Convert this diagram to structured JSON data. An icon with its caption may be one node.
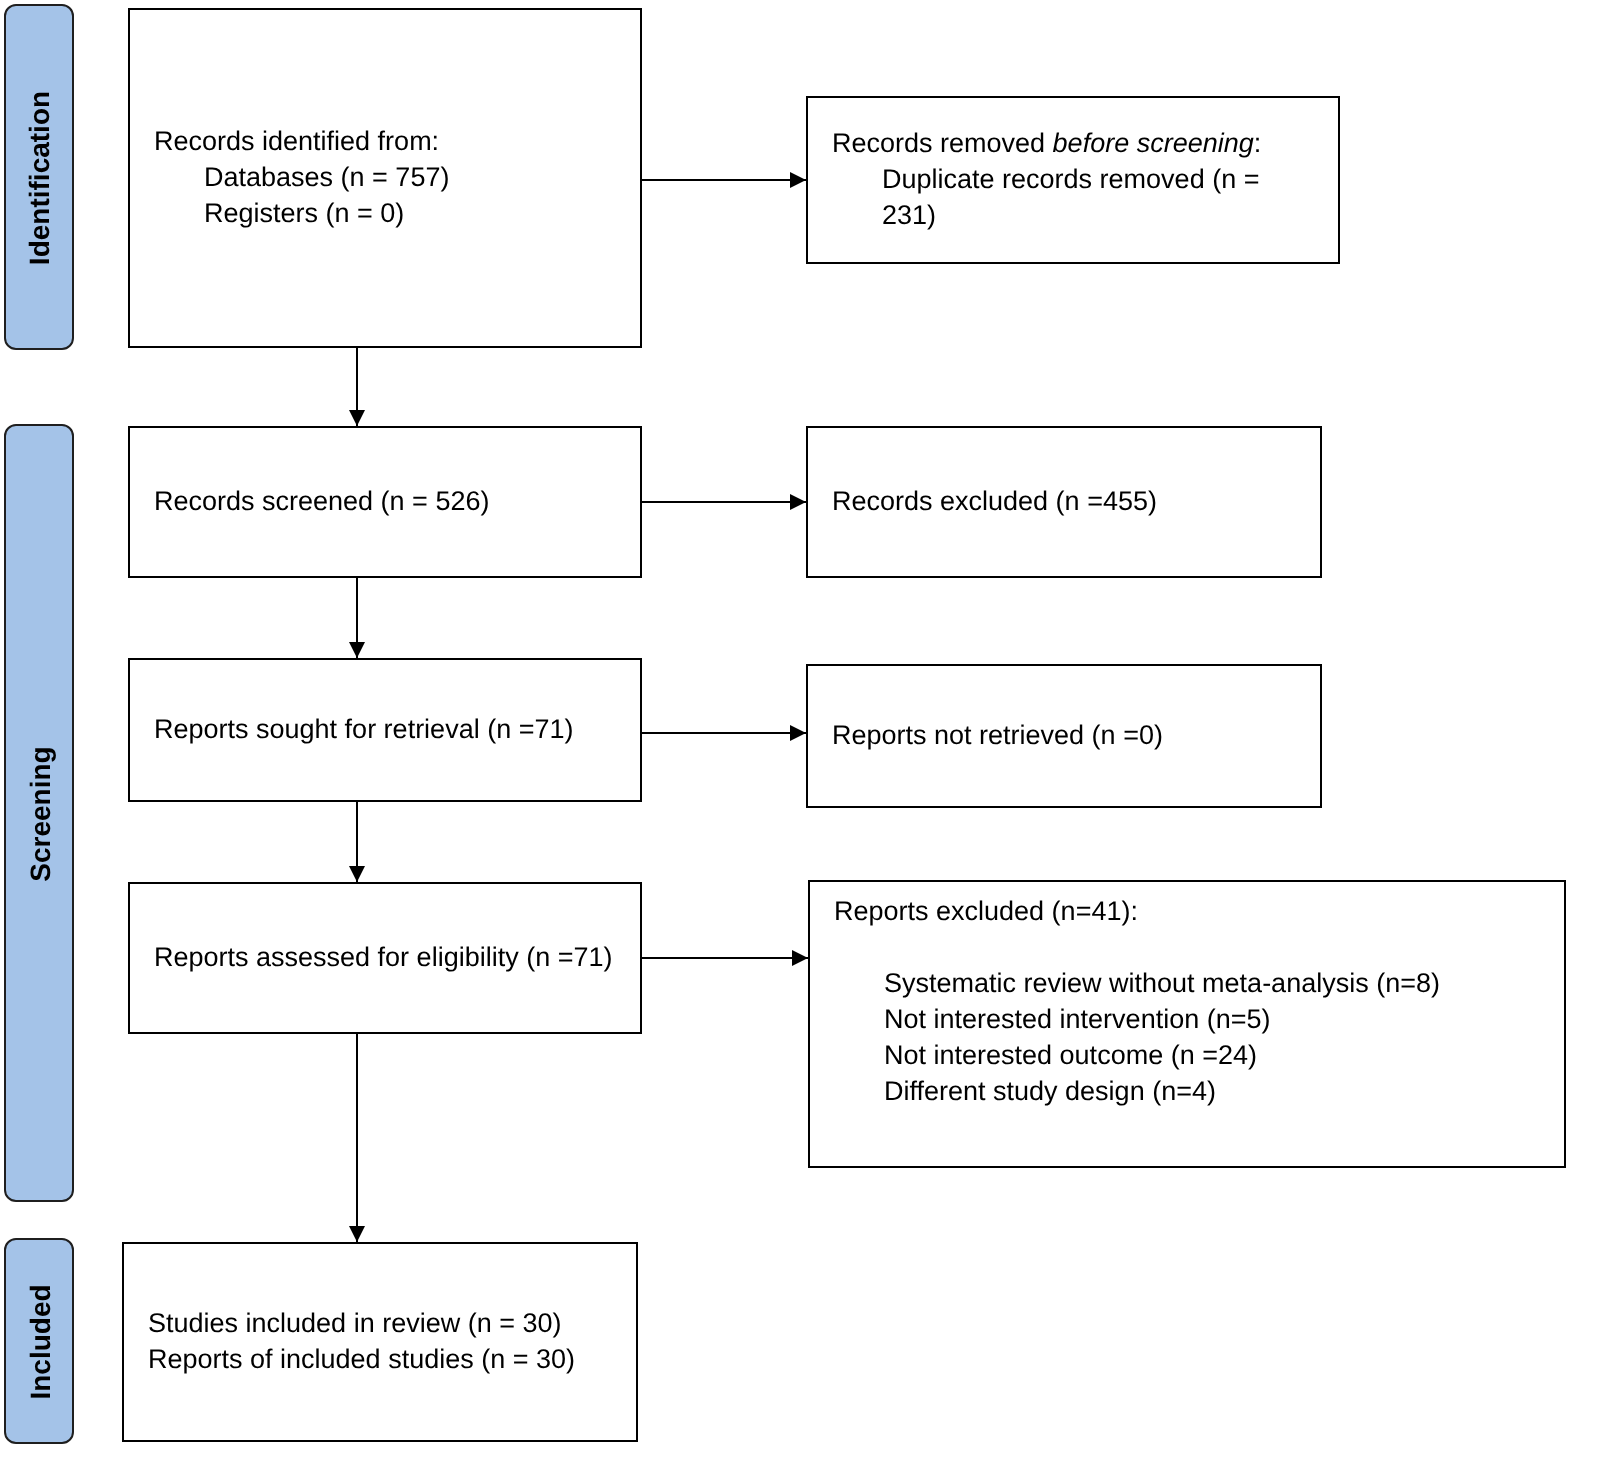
{
  "diagram": {
    "nodes": [
      {
        "text": [
          "Identification"
        ]
      },
      {
        "text": [
          "Records identified from:",
          "Databases (n = 757)",
          "Registers (n = 0)"
        ]
      },
      {
        "text": [
          "Records removed *before screening*:",
          "Duplicate records removed (n = 231)"
        ]
      },
      {
        "text": [
          "Screening"
        ]
      },
      {
        "text": [
          "Records screened (n = 526)"
        ]
      },
      {
        "text": [
          "Records excluded (n =455)"
        ]
      },
      {
        "text": [
          "Reports sought for retrieval (n =71)"
        ]
      },
      {
        "text": [
          "Reports not retrieved (n =0)"
        ]
      },
      {
        "text": [
          "Reports assessed for eligibility (n =71)"
        ]
      },
      {
        "text": [
          "Reports excluded (n=41):",
          "Systematic review without meta-analysis (n=8)",
          "Not interested intervention (n=5)",
          "Not interested outcome (n =24)",
          "Different study design (n=4)"
        ]
      },
      {
        "text": [
          "Included"
        ]
      },
      {
        "text": [
          "Studies included in review (n = 30)",
          "Reports of included studies (n = 30)"
        ]
      }
    ],
    "edges": [
      {
        "from": 1,
        "to": 2,
        "arrow": "to"
      },
      {
        "from": 1,
        "to": 4,
        "arrow": "to"
      },
      {
        "from": 4,
        "to": 5,
        "arrow": "to"
      },
      {
        "from": 4,
        "to": 6,
        "arrow": "to"
      },
      {
        "from": 6,
        "to": 7,
        "arrow": "to"
      },
      {
        "from": 6,
        "to": 8,
        "arrow": "to"
      },
      {
        "from": 8,
        "to": 9,
        "arrow": "to"
      },
      {
        "from": 8,
        "to": 11,
        "arrow": "to"
      }
    ]
  }
}
